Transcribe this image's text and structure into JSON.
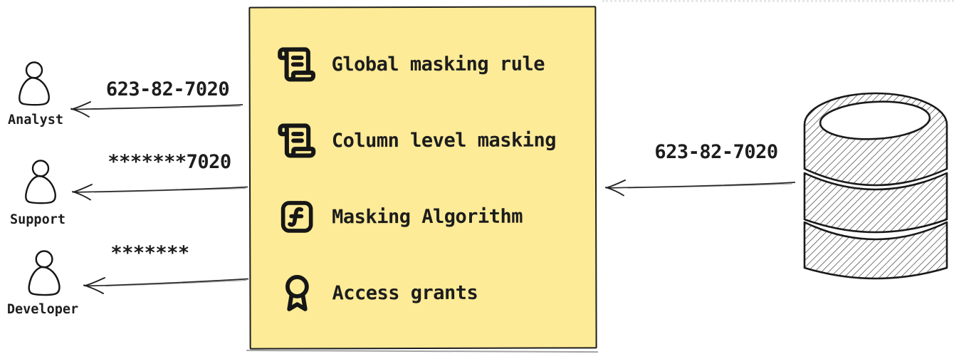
{
  "diagram_title": "data-masking-flow",
  "rule_box": {
    "fill": "#fdeb97",
    "border_color": "#1e1e1e",
    "items": [
      {
        "icon": "scroll-text-icon",
        "label": "Global masking rule"
      },
      {
        "icon": "scroll-text-icon",
        "label": "Column level masking"
      },
      {
        "icon": "function-square-icon",
        "label": "Masking Algorithm"
      },
      {
        "icon": "award-icon",
        "label": "Access grants"
      }
    ]
  },
  "actors": [
    {
      "name": "Analyst",
      "color": "#aed8f7",
      "received_value": "623-82-7020"
    },
    {
      "name": "Support",
      "color": "#fae896",
      "received_value": "*******7020"
    },
    {
      "name": "Developer",
      "color": "#ced3d9",
      "received_value": "*******"
    }
  ],
  "database": {
    "icon": "database-icon",
    "sent_value": "623-82-7020",
    "hatch_color": "#3f3f3f"
  },
  "arrow_color": "#2a2a2a"
}
